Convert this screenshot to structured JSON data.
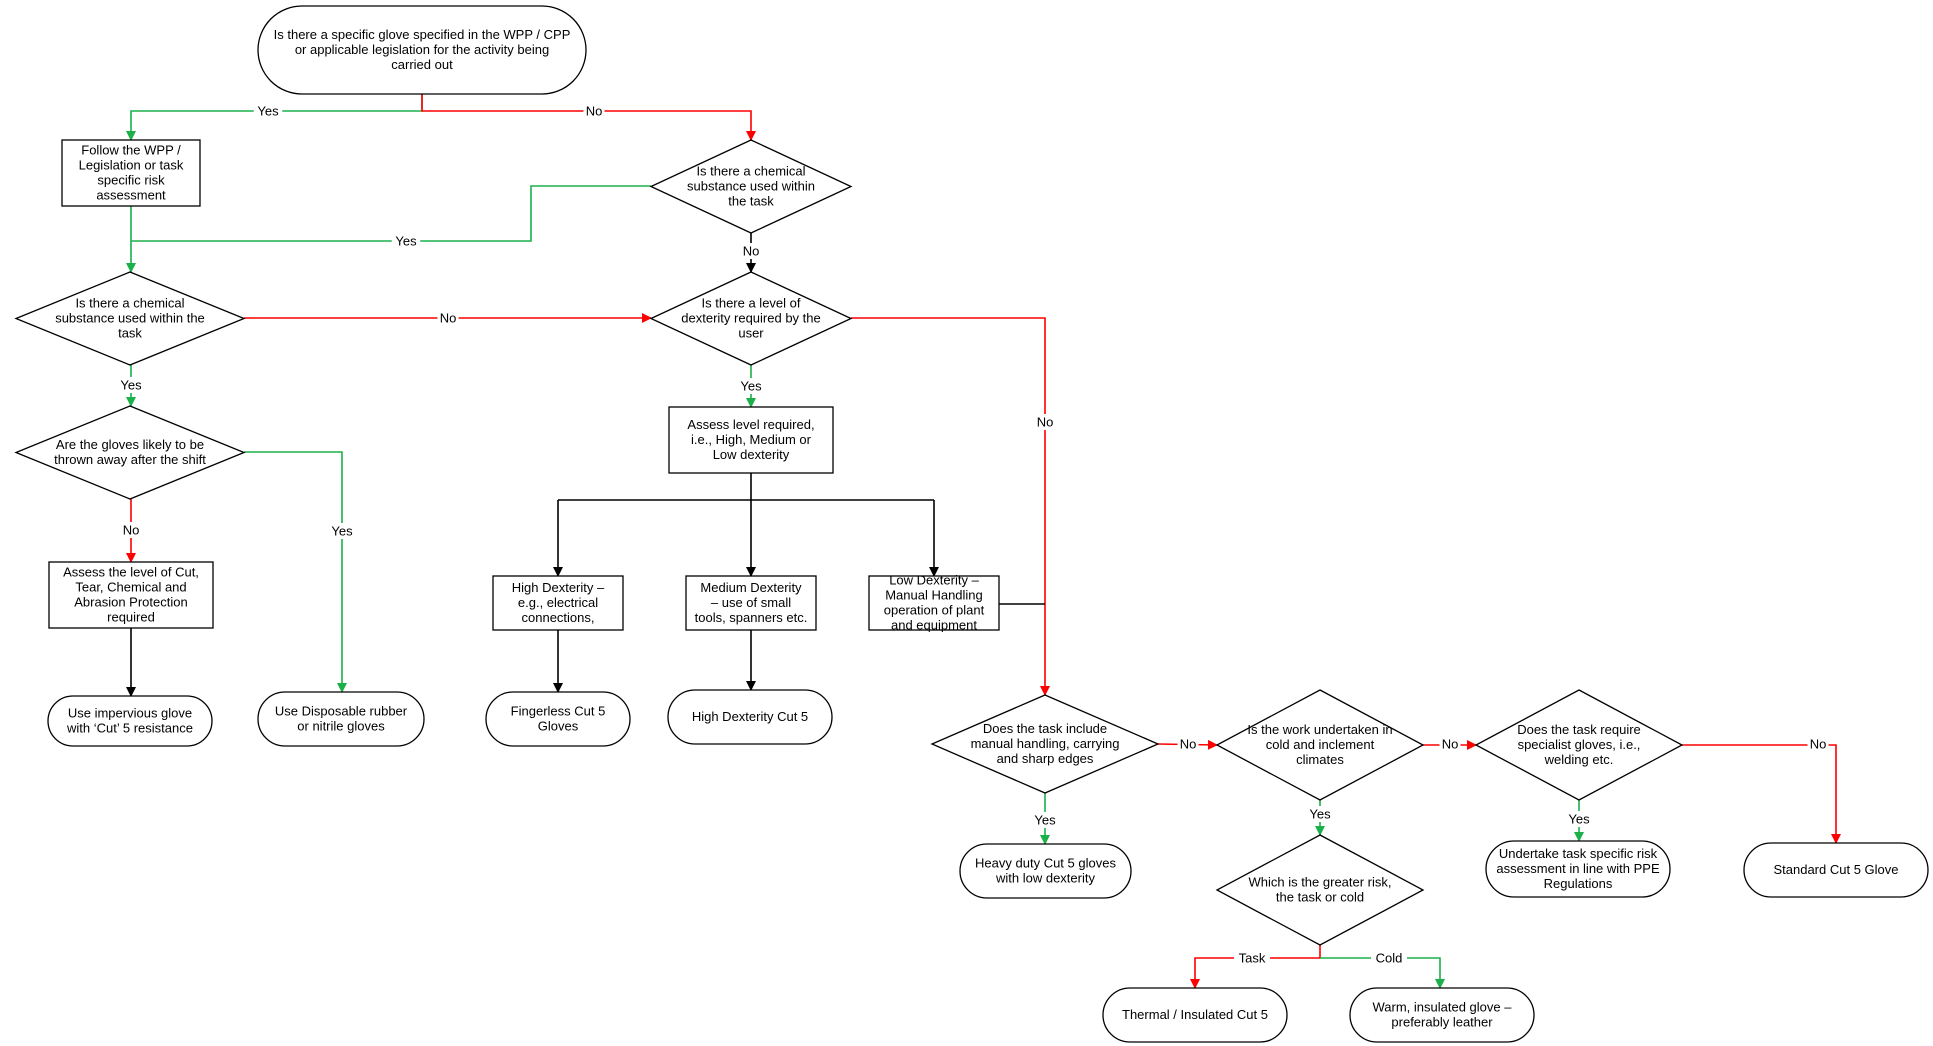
{
  "colors": {
    "yes": "#1cb04b",
    "no": "#ff0000",
    "neutral": "#000000",
    "outline": "#000000",
    "background": "#ffffff"
  },
  "nodes": {
    "start": {
      "shape": "terminator",
      "lines": [
        "Is there a specific glove specified in the WPP / CPP",
        "or applicable legislation for the activity being",
        "carried out"
      ]
    },
    "follow_wpp": {
      "shape": "process",
      "lines": [
        "Follow the WPP /",
        "Legislation or task",
        "specific risk",
        "assessment"
      ]
    },
    "chem_right": {
      "shape": "decision",
      "lines": [
        "Is there a chemical",
        "substance used within",
        "the task"
      ]
    },
    "chem_left": {
      "shape": "decision",
      "lines": [
        "Is there a chemical",
        "substance used within the",
        "task"
      ]
    },
    "dexterity": {
      "shape": "decision",
      "lines": [
        "Is there a level of",
        "dexterity required by the",
        "user"
      ]
    },
    "thrown_away": {
      "shape": "decision",
      "lines": [
        "Are the gloves likely to be",
        "thrown away after the shift"
      ]
    },
    "assess_dex": {
      "shape": "process",
      "lines": [
        "Assess level required,",
        "i.e., High, Medium or",
        "Low dexterity"
      ]
    },
    "assess_cut": {
      "shape": "process",
      "lines": [
        "Assess the level of Cut,",
        "Tear, Chemical and",
        "Abrasion Protection",
        "required"
      ]
    },
    "high_dex": {
      "shape": "process",
      "lines": [
        "High Dexterity –",
        "e.g., electrical",
        "connections,"
      ]
    },
    "med_dex": {
      "shape": "process",
      "lines": [
        "Medium Dexterity",
        "– use of small",
        "tools, spanners etc."
      ]
    },
    "low_dex": {
      "shape": "process",
      "lines": [
        "Low Dexterity –",
        "Manual Handling",
        "operation of plant",
        "and equipment"
      ]
    },
    "impervious": {
      "shape": "terminator",
      "lines": [
        "Use impervious glove",
        "with ‘Cut’ 5 resistance"
      ]
    },
    "disposable": {
      "shape": "terminator",
      "lines": [
        "Use Disposable rubber",
        "or nitrile gloves"
      ]
    },
    "fingerless": {
      "shape": "terminator",
      "lines": [
        "Fingerless Cut 5",
        "Gloves"
      ]
    },
    "high_dex_cut5": {
      "shape": "terminator",
      "lines": [
        "High Dexterity Cut 5"
      ]
    },
    "manual_handling": {
      "shape": "decision",
      "lines": [
        "Does the task include",
        "manual handling, carrying",
        "and sharp edges"
      ]
    },
    "cold_climate": {
      "shape": "decision",
      "lines": [
        "Is the work undertaken in",
        "cold and inclement",
        "climates"
      ]
    },
    "specialist": {
      "shape": "decision",
      "lines": [
        "Does the task require",
        "specialist gloves, i.e.,",
        "welding etc."
      ]
    },
    "heavy_duty": {
      "shape": "terminator",
      "lines": [
        "Heavy duty Cut 5 gloves",
        "with low dexterity"
      ]
    },
    "greater_risk": {
      "shape": "decision",
      "lines": [
        "Which is the greater risk,",
        "the task or cold"
      ]
    },
    "undertake": {
      "shape": "terminator",
      "lines": [
        "Undertake task specific risk",
        "assessment in line with PPE",
        "Regulations"
      ]
    },
    "standard": {
      "shape": "terminator",
      "lines": [
        "Standard Cut 5 Glove"
      ]
    },
    "thermal": {
      "shape": "terminator",
      "lines": [
        "Thermal / Insulated Cut 5"
      ]
    },
    "warm": {
      "shape": "terminator",
      "lines": [
        "Warm, insulated glove –",
        "preferably leather"
      ]
    }
  },
  "edges": [
    {
      "id": "start-yes",
      "kind": "yes",
      "label": "Yes"
    },
    {
      "id": "start-no",
      "kind": "no",
      "label": "No"
    },
    {
      "id": "follow-down",
      "kind": "yes",
      "label": ""
    },
    {
      "id": "chemright-yes",
      "kind": "yes",
      "label": "Yes"
    },
    {
      "id": "chemright-no",
      "kind": "neutral",
      "label": "No"
    },
    {
      "id": "chemleft-no",
      "kind": "no",
      "label": "No"
    },
    {
      "id": "chemleft-yes",
      "kind": "yes",
      "label": "Yes"
    },
    {
      "id": "thrown-no",
      "kind": "no",
      "label": "No"
    },
    {
      "id": "thrown-yes",
      "kind": "yes",
      "label": "Yes"
    },
    {
      "id": "assesscut-down",
      "kind": "neutral",
      "label": ""
    },
    {
      "id": "dex-yes",
      "kind": "yes",
      "label": "Yes"
    },
    {
      "id": "dex-no",
      "kind": "no",
      "label": "No"
    },
    {
      "id": "assessdex-branches",
      "kind": "neutral",
      "label": ""
    },
    {
      "id": "highdex-down",
      "kind": "neutral",
      "label": ""
    },
    {
      "id": "meddex-down",
      "kind": "neutral",
      "label": ""
    },
    {
      "id": "lowdex-join",
      "kind": "neutral",
      "label": ""
    },
    {
      "id": "manual-yes",
      "kind": "yes",
      "label": "Yes"
    },
    {
      "id": "manual-no",
      "kind": "no",
      "label": "No"
    },
    {
      "id": "cold-yes",
      "kind": "yes",
      "label": "Yes"
    },
    {
      "id": "cold-no",
      "kind": "no",
      "label": "No"
    },
    {
      "id": "spec-yes",
      "kind": "yes",
      "label": "Yes"
    },
    {
      "id": "spec-no",
      "kind": "no",
      "label": "No"
    },
    {
      "id": "risk-task",
      "kind": "no",
      "label": "Task"
    },
    {
      "id": "risk-cold",
      "kind": "yes",
      "label": "Cold"
    }
  ]
}
